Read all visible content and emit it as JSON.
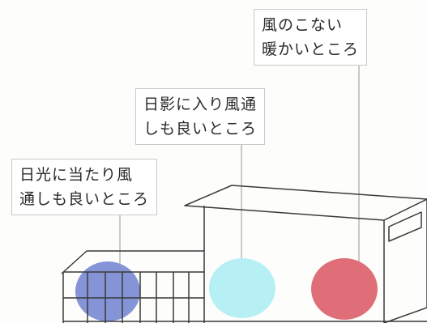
{
  "labels": {
    "sun_breezy": {
      "line1": "日光に当たり風",
      "line2": "通しも良いところ"
    },
    "shade_breezy": {
      "line1": "日影に入り風通",
      "line2": "しも良いところ"
    },
    "no_wind_warm": {
      "line1": "風のこない",
      "line2": "暖かいところ"
    }
  },
  "colors": {
    "spot_sunny": "#8494d6",
    "spot_shady": "#b7f0f4",
    "spot_warm": "#df6e79",
    "line": "#3a3a3a",
    "leader": "#b8b8b8"
  }
}
